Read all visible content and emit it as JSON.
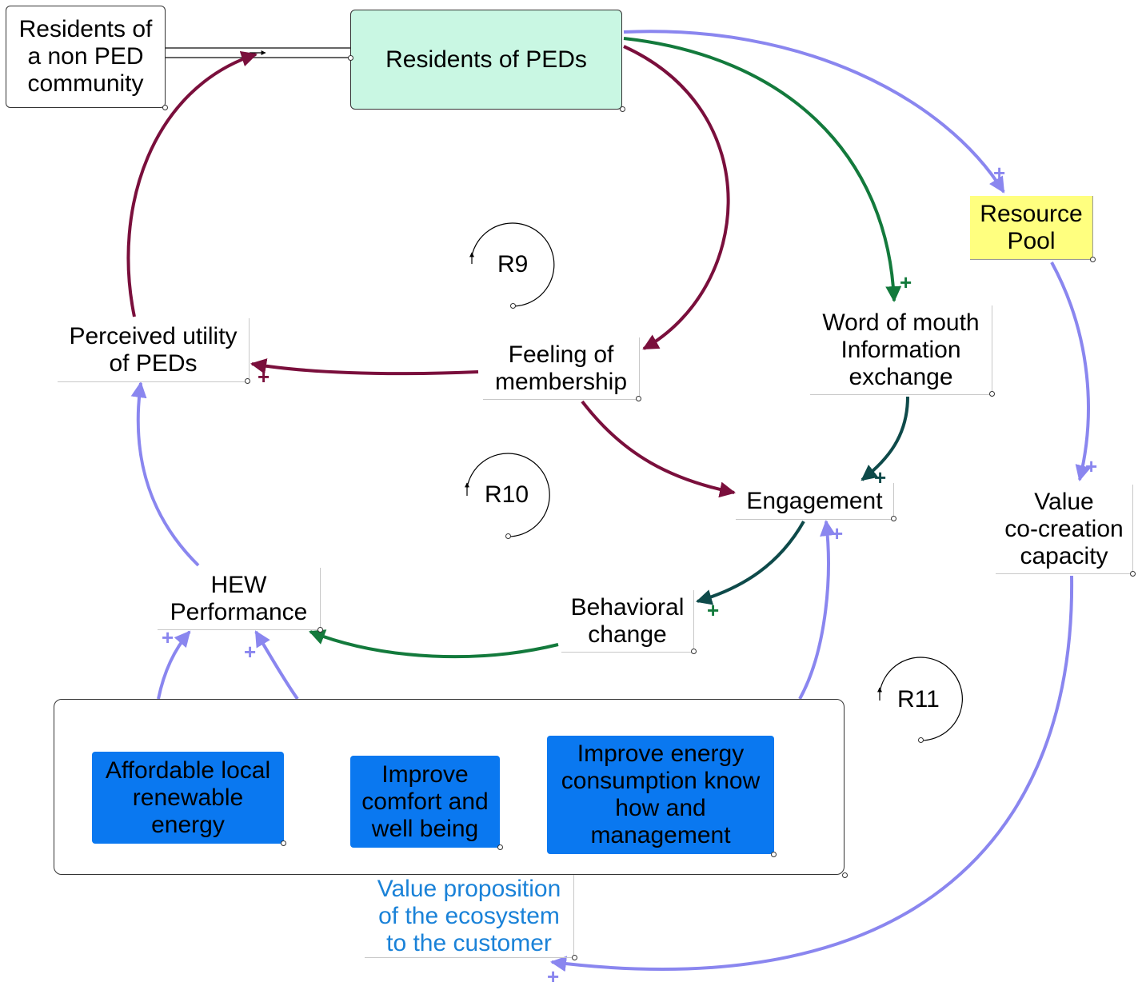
{
  "colors": {
    "stock_fill": "#c9f7e3",
    "resource_fill": "#ffff7f",
    "value_box_fill": "#0a78f0",
    "maroon": "#7a0f3c",
    "green": "#137a3c",
    "teal": "#0e4a4a",
    "lavender": "#8a86ef",
    "blue_text": "#1a82d8"
  },
  "nodes": {
    "non_ped": "Residents of\na non PED\ncommunity",
    "peds": "Residents of PEDs",
    "resource_pool": "Resource\nPool",
    "perceived_utility": "Perceived utility\nof PEDs",
    "feeling_membership": "Feeling of\nmembership",
    "word_of_mouth": "Word of mouth\nInformation\nexchange",
    "engagement": "Engagement",
    "value_cocreation": "Value\nco-creation\ncapacity",
    "hew_performance": "HEW\nPerformance",
    "behavioral_change": "Behavioral\nchange",
    "affordable_energy": "Affordable local\nrenewable\nenergy",
    "comfort": "Improve\ncomfort and\nwell being",
    "energy_knowhow": "Improve energy\nconsumption know\nhow and\nmanagement",
    "value_proposition": "Value proposition\nof the ecosystem\nto the customer"
  },
  "loops": {
    "r9": "R9",
    "r10": "R10",
    "r11": "R11"
  },
  "signs": {
    "plus": "+"
  }
}
